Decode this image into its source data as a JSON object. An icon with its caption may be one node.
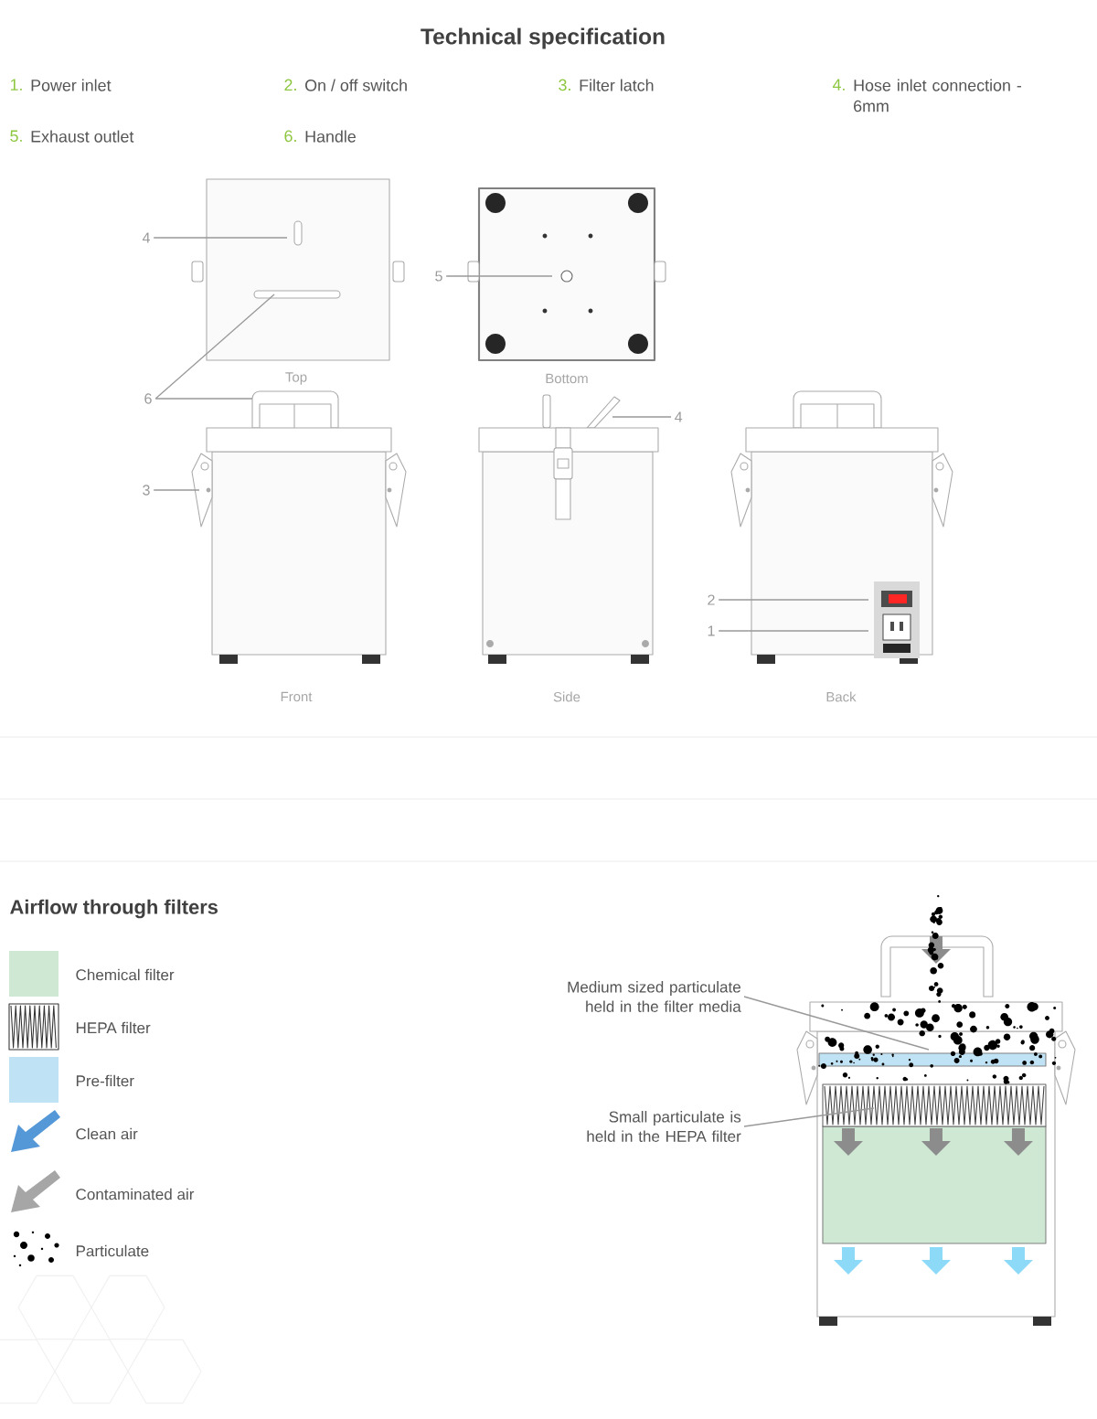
{
  "diagram": {
    "title": "Technical specification",
    "nodes": [
      {
        "text": [
          "4"
        ]
      },
      {
        "text": [
          "5"
        ]
      },
      {
        "text": [
          "6"
        ]
      },
      {
        "text": [
          "4"
        ]
      },
      {
        "text": [
          "3"
        ]
      },
      {
        "text": [
          "2"
        ]
      },
      {
        "text": [
          "1"
        ]
      },
      {
        "text": [
          "Medium sized particulate held in the filter media"
        ]
      },
      {
        "text": [
          "Small particulate is held in the HEPA filter"
        ]
      }
    ],
    "edges": [
      {
        "from": 0,
        "to": null,
        "arrow": "none"
      },
      {
        "from": 1,
        "to": null,
        "arrow": "none"
      },
      {
        "from": 2,
        "to": null,
        "arrow": "none"
      },
      {
        "from": 2,
        "to": null,
        "arrow": "none"
      },
      {
        "from": 3,
        "to": null,
        "arrow": "none"
      },
      {
        "from": 4,
        "to": null,
        "arrow": "none"
      },
      {
        "from": 5,
        "to": null,
        "arrow": "none"
      },
      {
        "from": 6,
        "to": null,
        "arrow": "none"
      },
      {
        "from": 7,
        "to": null,
        "arrow": "none"
      },
      {
        "from": 8,
        "to": null,
        "arrow": "none"
      }
    ],
    "labels": [
      "1.",
      "Power inlet",
      "2.",
      "On / off switch",
      "3.",
      "Filter latch",
      "4.",
      "Hose inlet connection - 6mm",
      "5.",
      "Exhaust outlet",
      "6.",
      "Handle",
      "Top",
      "Bottom",
      "Front",
      "Side",
      "Back",
      "Airflow through filters"
    ],
    "legend": [
      {
        "text": "Chemical filter",
        "color": "#cfe8d4"
      },
      {
        "text": "HEPA filter"
      },
      {
        "text": "Pre-filter",
        "color": "#bfe2f4"
      },
      {
        "text": "Clean air"
      },
      {
        "text": "Contaminated air"
      },
      {
        "text": "Particulate"
      }
    ]
  }
}
